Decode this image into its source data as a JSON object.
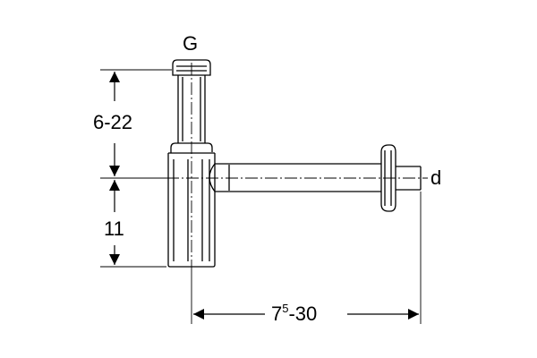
{
  "labels": {
    "inlet": "G",
    "outlet": "d",
    "upper_height": "6-22",
    "lower_height": "11",
    "projection_base": "7",
    "projection_sup": "5",
    "projection_rest": "-30"
  }
}
